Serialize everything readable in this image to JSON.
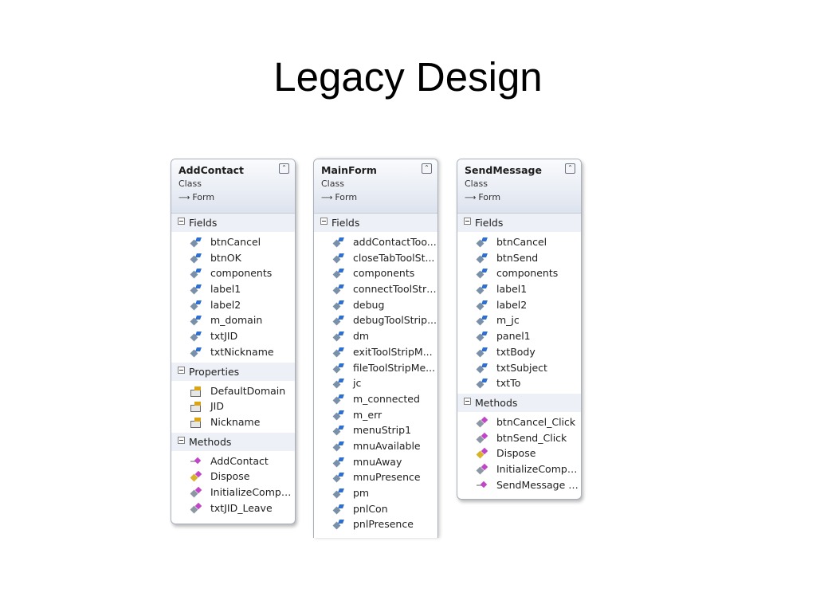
{
  "slide": {
    "title": "Legacy Design"
  },
  "diagram": {
    "classes": [
      {
        "name": "AddContact",
        "kind": "Class",
        "base": "Form",
        "sections": [
          {
            "title": "Fields",
            "items": [
              "btnCancel",
              "btnOK",
              "components",
              "label1",
              "label2",
              "m_domain",
              "txtJID",
              "txtNickname"
            ]
          },
          {
            "title": "Properties",
            "items": [
              "DefaultDomain",
              "JID",
              "Nickname"
            ]
          },
          {
            "title": "Methods",
            "items": [
              "AddContact",
              "Dispose",
              "InitializeCompo...",
              "txtJID_Leave"
            ]
          }
        ]
      },
      {
        "name": "MainForm",
        "kind": "Class",
        "base": "Form",
        "sections": [
          {
            "title": "Fields",
            "items": [
              "addContactToo...",
              "closeTabToolSt...",
              "components",
              "connectToolStri...",
              "debug",
              "debugToolStrip...",
              "dm",
              "exitToolStripM...",
              "fileToolStripMe...",
              "jc",
              "m_connected",
              "m_err",
              "menuStrip1",
              "mnuAvailable",
              "mnuAway",
              "mnuPresence",
              "pm",
              "pnlCon",
              "pnlPresence"
            ]
          }
        ]
      },
      {
        "name": "SendMessage",
        "kind": "Class",
        "base": "Form",
        "sections": [
          {
            "title": "Fields",
            "items": [
              "btnCancel",
              "btnSend",
              "components",
              "label1",
              "label2",
              "m_jc",
              "panel1",
              "txtBody",
              "txtSubject",
              "txtTo"
            ]
          },
          {
            "title": "Methods",
            "items": [
              "btnCancel_Click",
              "btnSend_Click",
              "Dispose",
              "InitializeCompo...",
              "SendMessage (..."
            ]
          }
        ]
      }
    ]
  }
}
